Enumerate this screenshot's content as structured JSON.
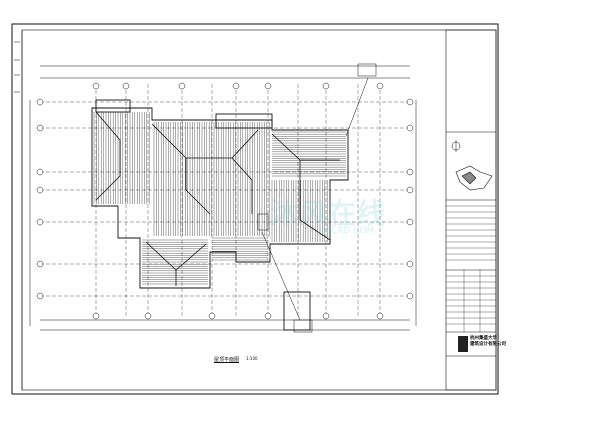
{
  "drawing": {
    "caption": "屋顶平面图",
    "scale": "1:100"
  },
  "watermark": {
    "text": "沐风在线",
    "url": "MFCAD.COM"
  },
  "title_block": {
    "rows": [
      "",
      "",
      "",
      "",
      "",
      "",
      "",
      "",
      "",
      "",
      ""
    ],
    "company": [
      "杭州集盛大华",
      "建筑设计有限公司"
    ]
  },
  "colors": {
    "line": "#111111",
    "background": "#ffffff",
    "watermark": "#7fc9c9"
  }
}
